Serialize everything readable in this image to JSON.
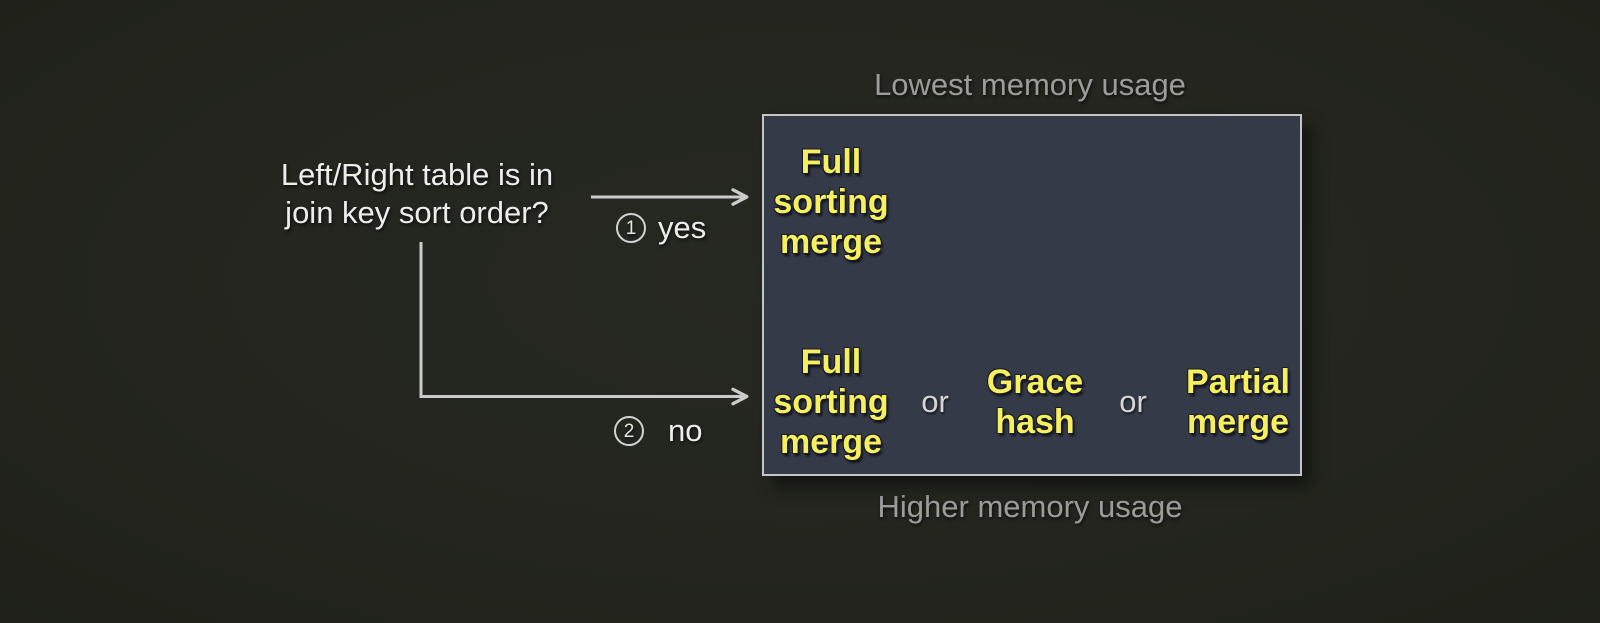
{
  "colors": {
    "background": "#23251e",
    "box_fill": "#353a48",
    "box_border": "#c5c5c5",
    "algorithm_text": "#f6ef5e",
    "question_text": "#ededed",
    "or_text": "#d6d6d6",
    "memory_label_text": "#9c9c9c",
    "arrow": "#cbcbcb"
  },
  "question": {
    "lines": [
      "Left/Right table is in",
      "join key sort order?"
    ]
  },
  "branches": {
    "yes": {
      "number": "1",
      "label": "yes"
    },
    "no": {
      "number": "2",
      "label": "no"
    }
  },
  "memory_scale": {
    "top_label": "Lowest memory usage",
    "bottom_label": "Higher memory usage"
  },
  "algorithms": {
    "sorted_case": [
      {
        "lines": [
          "Full",
          "sorting",
          "merge"
        ]
      }
    ],
    "unsorted_case": [
      {
        "lines": [
          "Full",
          "sorting",
          "merge"
        ]
      },
      {
        "lines": [
          "Grace",
          "hash"
        ]
      },
      {
        "lines": [
          "Partial",
          "merge"
        ]
      }
    ],
    "separator": "or"
  }
}
